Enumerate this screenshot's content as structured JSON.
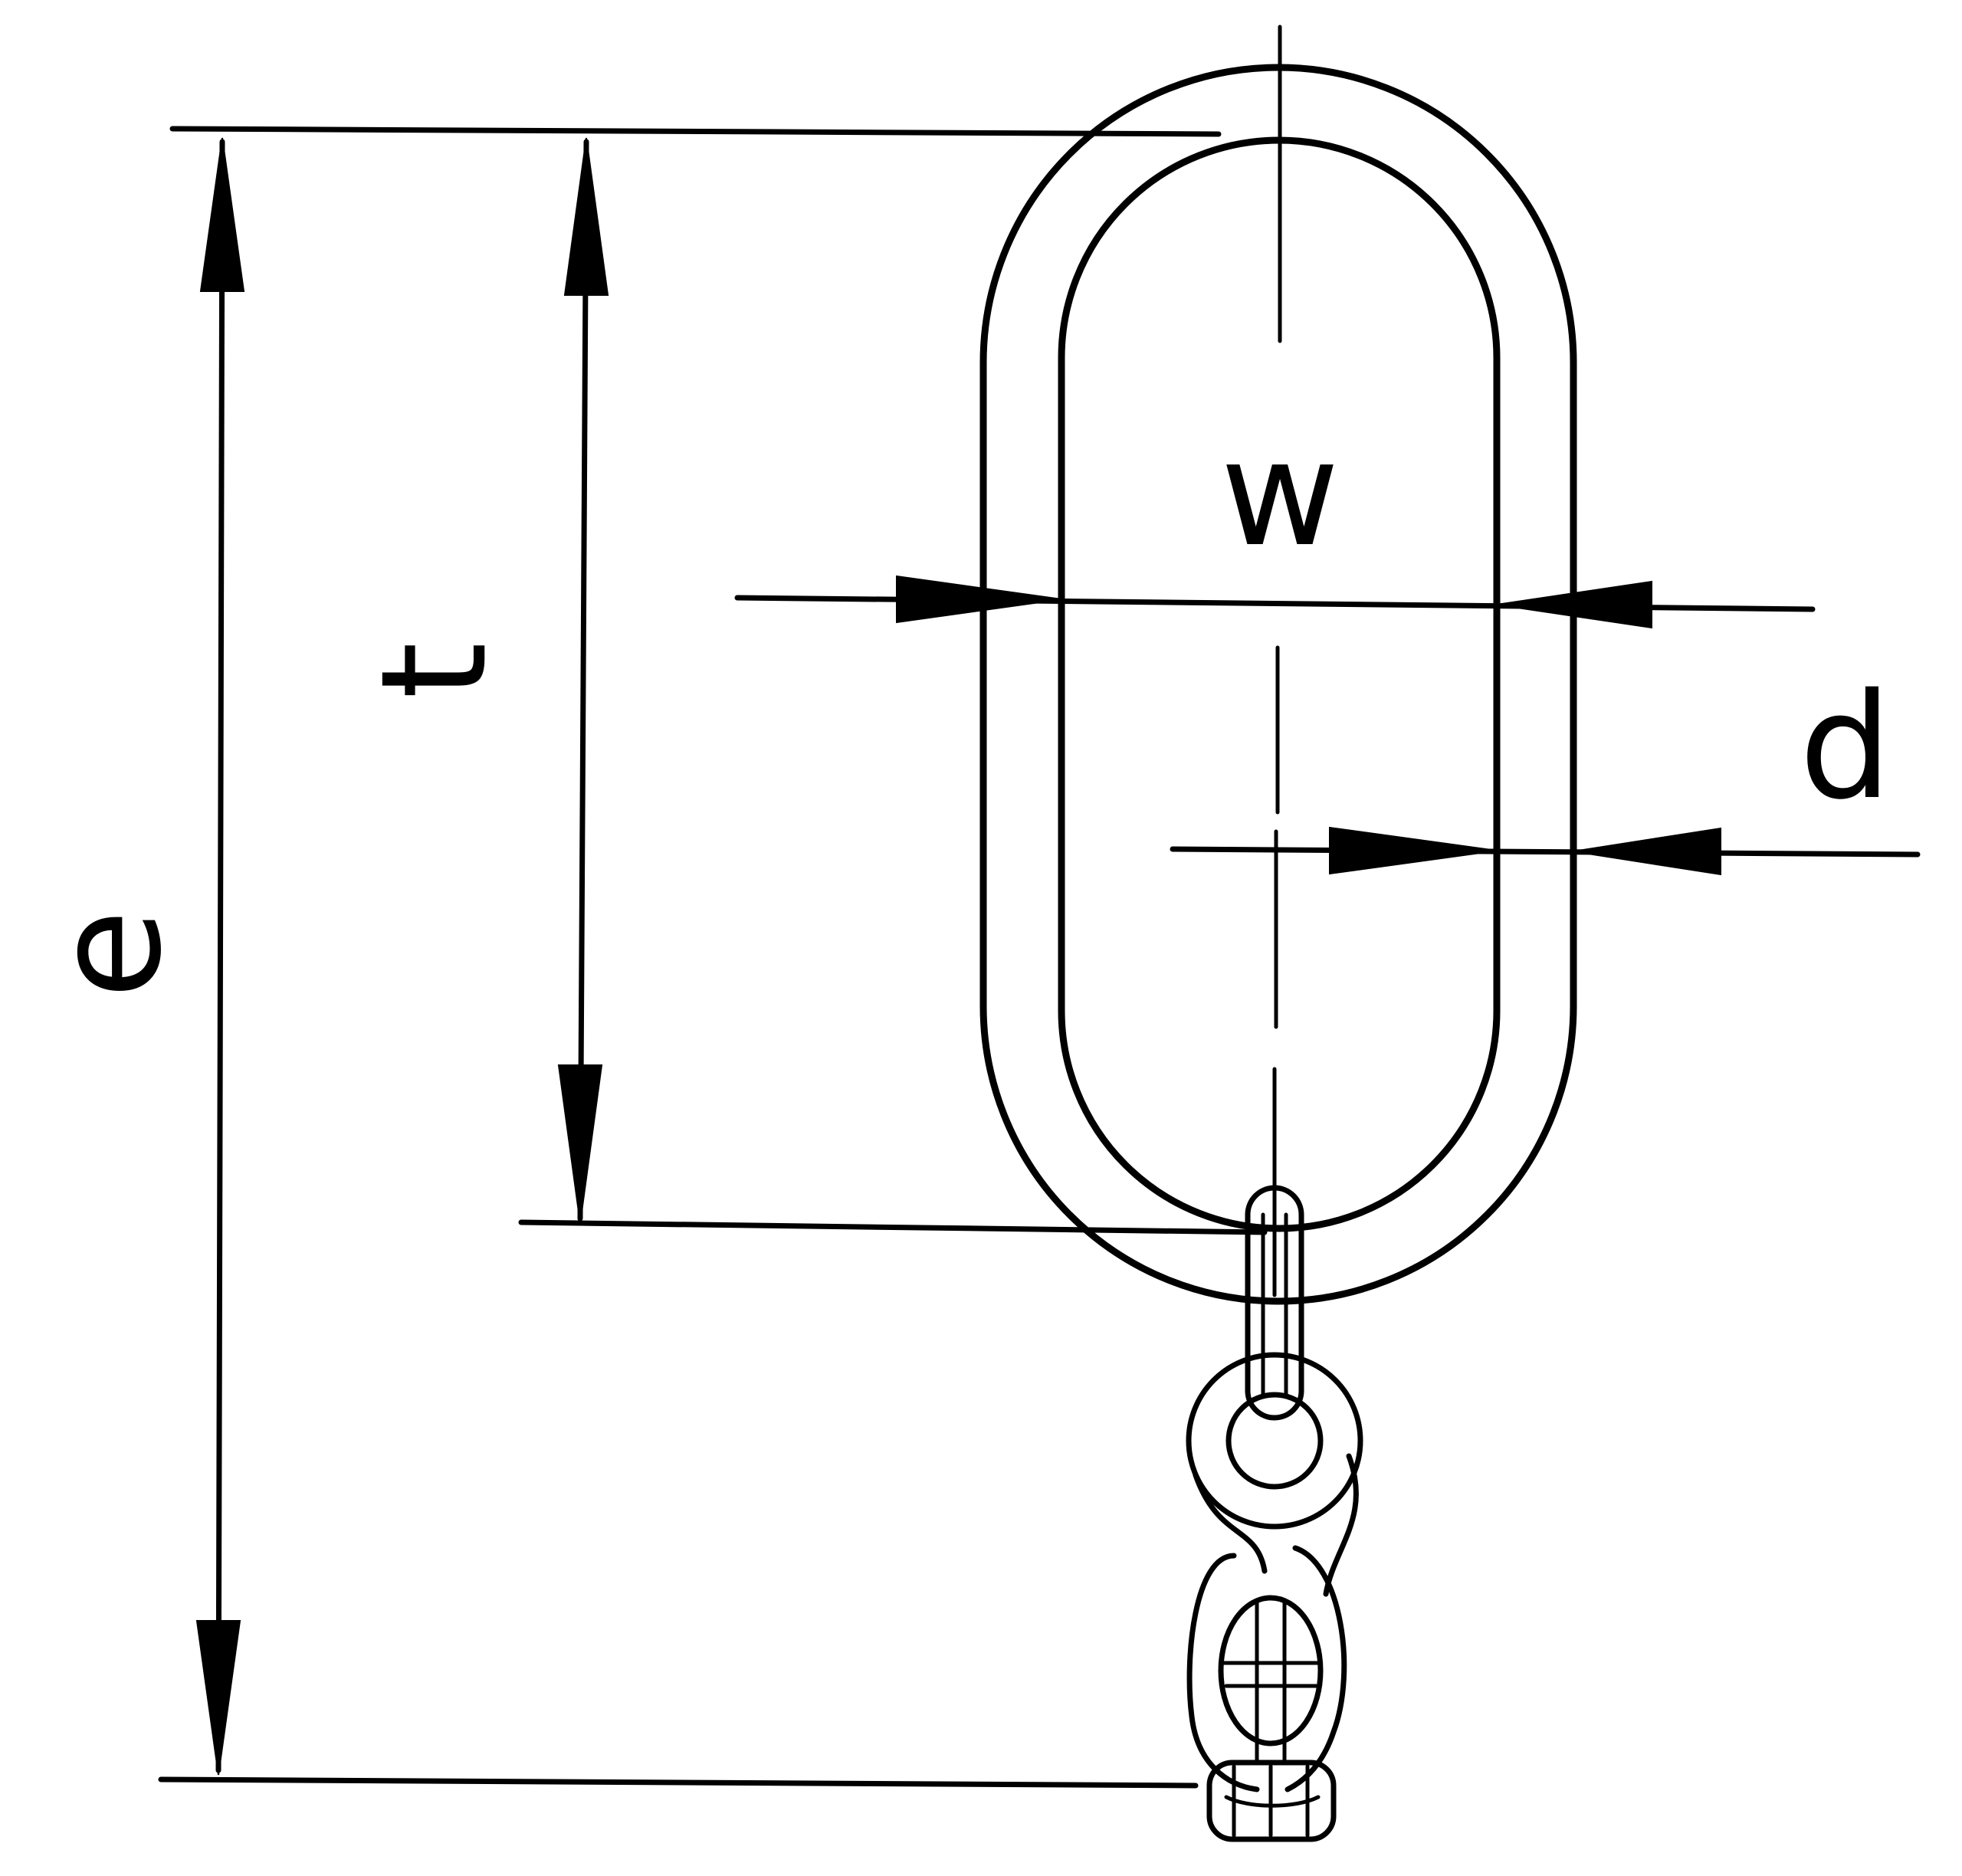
{
  "labels": {
    "e": "e",
    "t": "t",
    "w": "w",
    "d": "d"
  },
  "colors": {
    "ink": "#000000",
    "paper": "#ffffff"
  }
}
